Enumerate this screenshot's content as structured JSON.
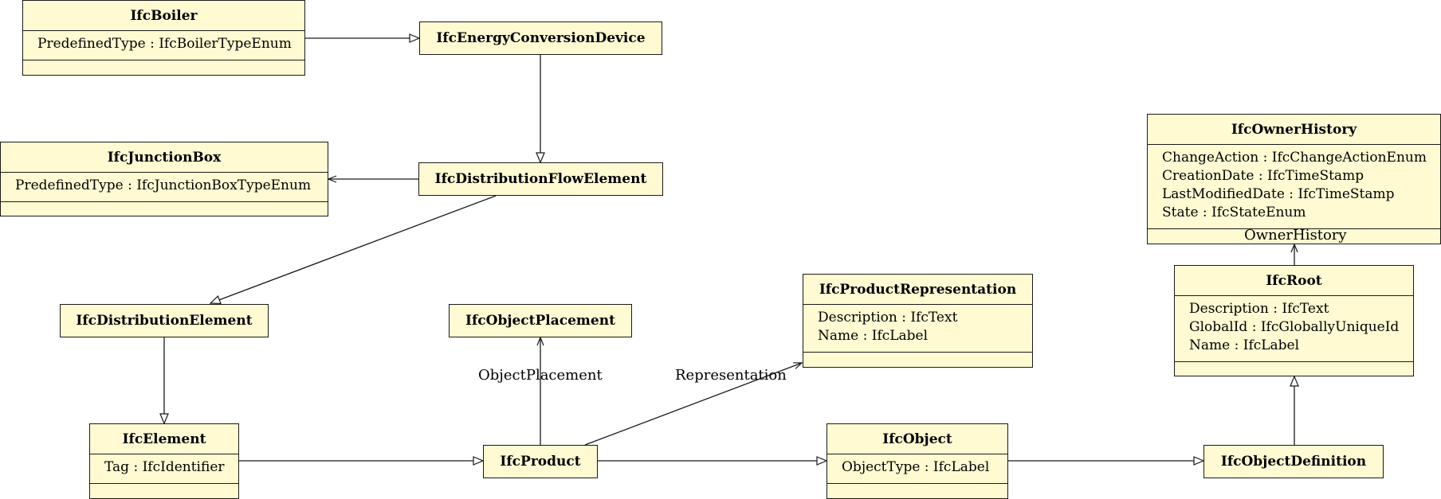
{
  "classes": {
    "boiler": {
      "name": "IfcBoiler",
      "attrs": [
        "PredefinedType : IfcBoilerTypeEnum"
      ]
    },
    "energy_conversion": {
      "name": "IfcEnergyConversionDevice"
    },
    "junction_box": {
      "name": "IfcJunctionBox",
      "attrs": [
        "PredefinedType : IfcJunctionBoxTypeEnum"
      ]
    },
    "distribution_flow": {
      "name": "IfcDistributionFlowElement"
    },
    "owner_history": {
      "name": "IfcOwnerHistory",
      "attrs": [
        "ChangeAction : IfcChangeActionEnum",
        "CreationDate : IfcTimeStamp",
        "LastModifiedDate : IfcTimeStamp",
        "State : IfcStateEnum"
      ]
    },
    "root": {
      "name": "IfcRoot",
      "attrs": [
        "Description : IfcText",
        "GlobalId : IfcGloballyUniqueId",
        "Name : IfcLabel"
      ]
    },
    "product_representation": {
      "name": "IfcProductRepresentation",
      "attrs": [
        "Description : IfcText",
        "Name : IfcLabel"
      ]
    },
    "distribution_element": {
      "name": "IfcDistributionElement"
    },
    "object_placement": {
      "name": "IfcObjectPlacement"
    },
    "element": {
      "name": "IfcElement",
      "attrs": [
        "Tag : IfcIdentifier"
      ]
    },
    "product": {
      "name": "IfcProduct"
    },
    "object": {
      "name": "IfcObject",
      "attrs": [
        "ObjectType : IfcLabel"
      ]
    },
    "object_definition": {
      "name": "IfcObjectDefinition"
    }
  },
  "labels": {
    "owner_history": "OwnerHistory",
    "object_placement": "ObjectPlacement",
    "representation": "Representation"
  }
}
